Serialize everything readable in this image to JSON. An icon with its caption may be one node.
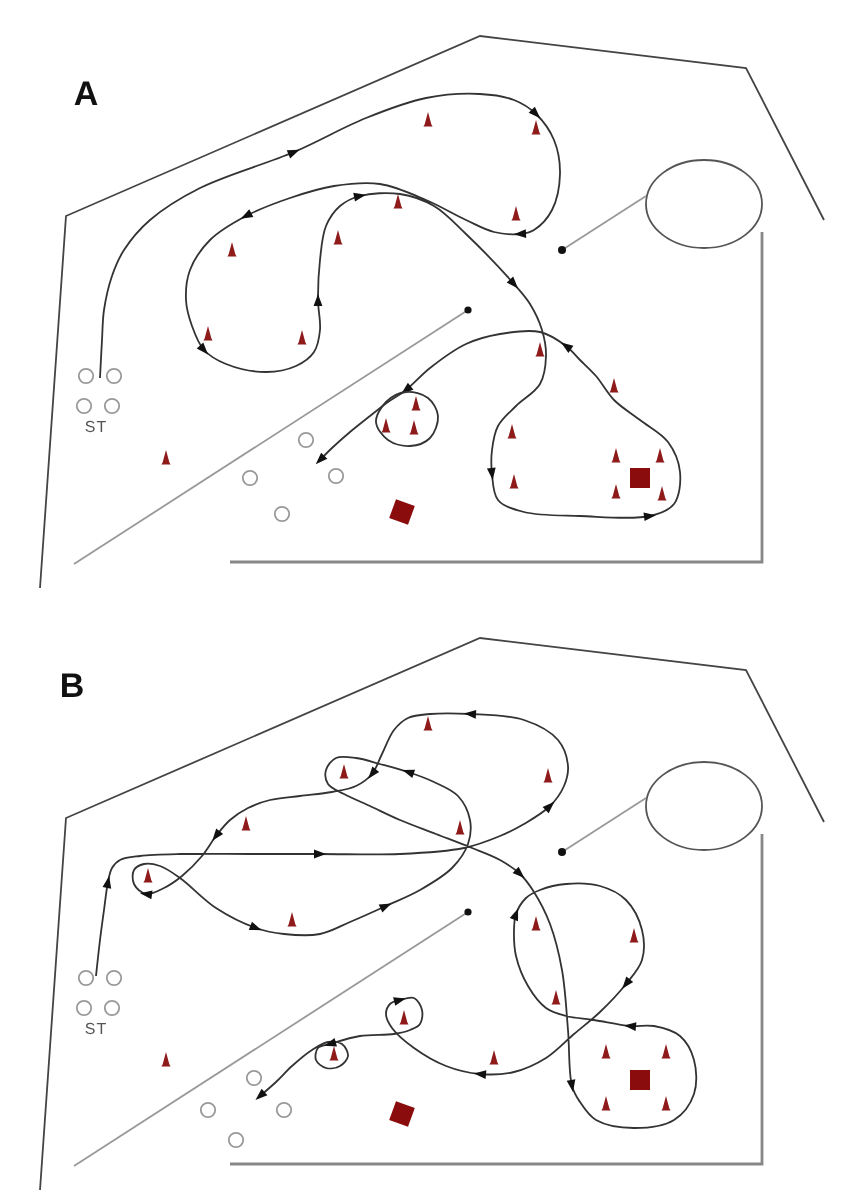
{
  "diagram": {
    "labels": [
      "A",
      "ST",
      "B",
      "ST"
    ]
  }
}
